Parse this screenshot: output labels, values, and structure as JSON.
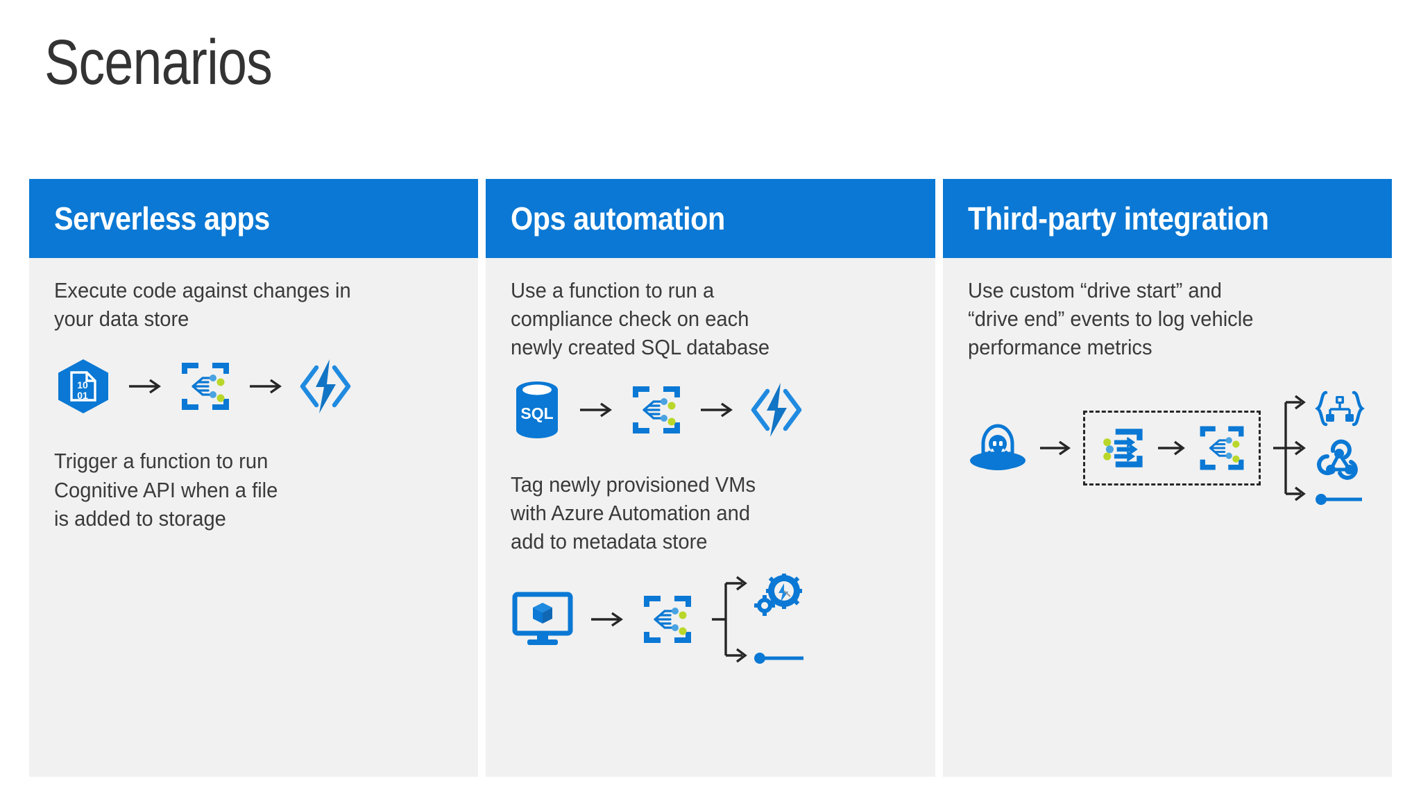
{
  "slide": {
    "title": "Scenarios",
    "background_color": "#ffffff",
    "panel_color": "#f1f1f1",
    "header_color": "#0a78d4",
    "accent_blue": "#0a78d4",
    "accent_light_blue": "#4aa3e0",
    "accent_green": "#b9d72a",
    "text_color": "#3a3a3a"
  },
  "columns": [
    {
      "header": "Serverless apps",
      "blocks": [
        {
          "text": "Execute code against changes in\nyour data store",
          "flow_icons": [
            "binary-file-hexagon-icon",
            "arrow-right-icon",
            "event-grid-icon",
            "arrow-right-icon",
            "azure-functions-icon"
          ]
        },
        {
          "text": "Trigger a function to run\nCognitive API when a file\nis added to storage",
          "flow_icons": []
        }
      ]
    },
    {
      "header": "Ops automation",
      "blocks": [
        {
          "text": "Use a function to run a\ncompliance check on each\nnewly created SQL database",
          "flow_icons": [
            "sql-database-icon",
            "arrow-right-icon",
            "event-grid-icon",
            "arrow-right-icon",
            "azure-functions-icon"
          ]
        },
        {
          "text": "Tag newly provisioned VMs\nwith Azure Automation and\nadd to metadata store",
          "flow_icons": [
            "virtual-machine-icon",
            "arrow-right-icon",
            "event-grid-icon",
            "branch-connector-icon",
            "azure-automation-icon",
            "endpoint-dot-line-icon"
          ]
        }
      ]
    },
    {
      "header": "Third-party integration",
      "blocks": [
        {
          "text": "Use custom “drive start” and\n“drive end” events to log vehicle\nperformance metrics",
          "flow_icons": [
            "ufo-icon",
            "arrow-right-icon",
            "custom-topic-icon",
            "arrow-right-icon",
            "event-grid-icon",
            "branch-connector-icon",
            "logic-apps-braces-icon",
            "webhook-icon",
            "endpoint-dot-line-icon"
          ]
        }
      ]
    }
  ],
  "icon_labels": {
    "binary_file": "10 01",
    "sql_database": "SQL"
  }
}
